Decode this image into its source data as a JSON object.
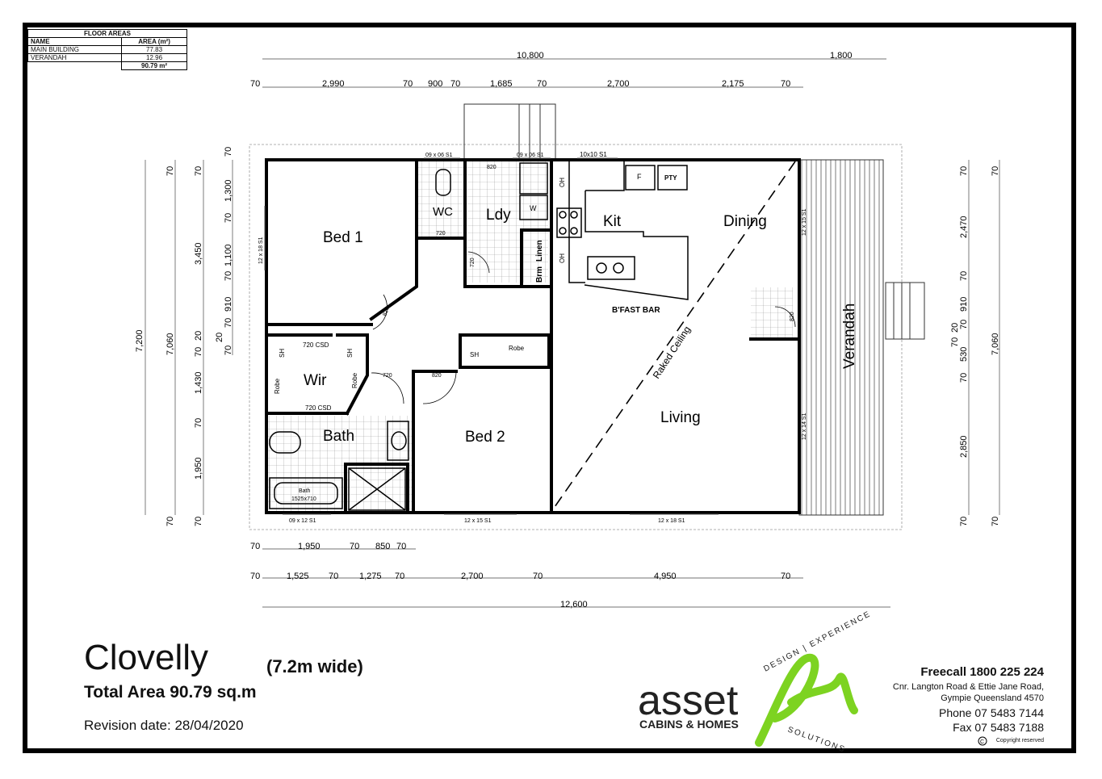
{
  "floor_areas": {
    "heading": "FLOOR AREAS",
    "col_name": "NAME",
    "col_area": "AREA (m²)",
    "rows": [
      {
        "name": "MAIN BUILDING",
        "area": "77.83"
      },
      {
        "name": "VERANDAH",
        "area": "12.96"
      }
    ],
    "total": "90.79 m²"
  },
  "rooms": {
    "bed1": "Bed 1",
    "wc": "WC",
    "ldy": "Ldy",
    "kit": "Kit",
    "dining": "Dining",
    "wir": "Wir",
    "bath": "Bath",
    "bed2": "Bed 2",
    "living": "Living",
    "verandah": "Verandah"
  },
  "fixtures": {
    "f": "F",
    "pty": "PTY",
    "w": "W",
    "oh": "OH",
    "linen": "Linen",
    "brm": "Brm",
    "bfast": "B'FAST BAR",
    "raked": "Raked Ceiling",
    "sh": "SH",
    "robe": "Robe",
    "csd": "720 CSD",
    "bath_label": "Bath",
    "bath_size": "1525x710",
    "door720": "720",
    "door820": "820"
  },
  "windows": {
    "w0906": "09 x 06 S1",
    "w1010": "10x10 S1",
    "w1218": "12 x 18 S1",
    "w1215": "12 x 15 S1",
    "w1214": "12 x 14 S1",
    "w0912": "09 x 12 S1"
  },
  "dimensions": {
    "top_overall": [
      "10,800",
      "1,800"
    ],
    "top_row": [
      "70",
      "2,990",
      "70",
      "900",
      "70",
      "1,685",
      "70",
      "2,700",
      "2,175",
      "70"
    ],
    "left_outer": [
      "7,200"
    ],
    "left_mid": [
      "70",
      "7,060",
      "70"
    ],
    "left_inner": [
      "70",
      "3,450",
      "20",
      "70",
      "1,430",
      "70",
      "1,950",
      "70"
    ],
    "left_small": [
      "70",
      "1,300",
      "70",
      "1,100",
      "70",
      "910",
      "70",
      "20",
      "70"
    ],
    "right_inner": [
      "70",
      "2,470",
      "70",
      "910",
      "70",
      "530",
      "70",
      "2,850",
      "70",
      "20",
      "70"
    ],
    "right_outer": [
      "70",
      "7,060",
      "70"
    ],
    "bottom_row1": [
      "70",
      "1,950",
      "70",
      "850",
      "70"
    ],
    "bottom_row2": [
      "70",
      "1,525",
      "70",
      "1,275",
      "70",
      "2,700",
      "70",
      "4,950",
      "70"
    ],
    "bottom_overall": [
      "12,600"
    ]
  },
  "title_block": {
    "name": "Clovelly",
    "width_note": "(7.2m wide)",
    "total_area": "Total Area 90.79 sq.m",
    "revision": "Revision date: 28/04/2020"
  },
  "brand": {
    "name": "asset",
    "tagline": "CABINS & HOMES",
    "ring_top": "DESIGN | EXPERIENCE",
    "ring_bottom": "SOLUTIONS",
    "green": "#7dd321"
  },
  "contact": {
    "freecall": "Freecall 1800 225 224",
    "address1": "Cnr. Langton Road & Ettie Jane Road,",
    "address2": "Gympie Queensland 4570",
    "phone": "Phone 07 5483 7144",
    "fax": "Fax 07 5483 7188",
    "copyright": "Copyright reserved"
  }
}
